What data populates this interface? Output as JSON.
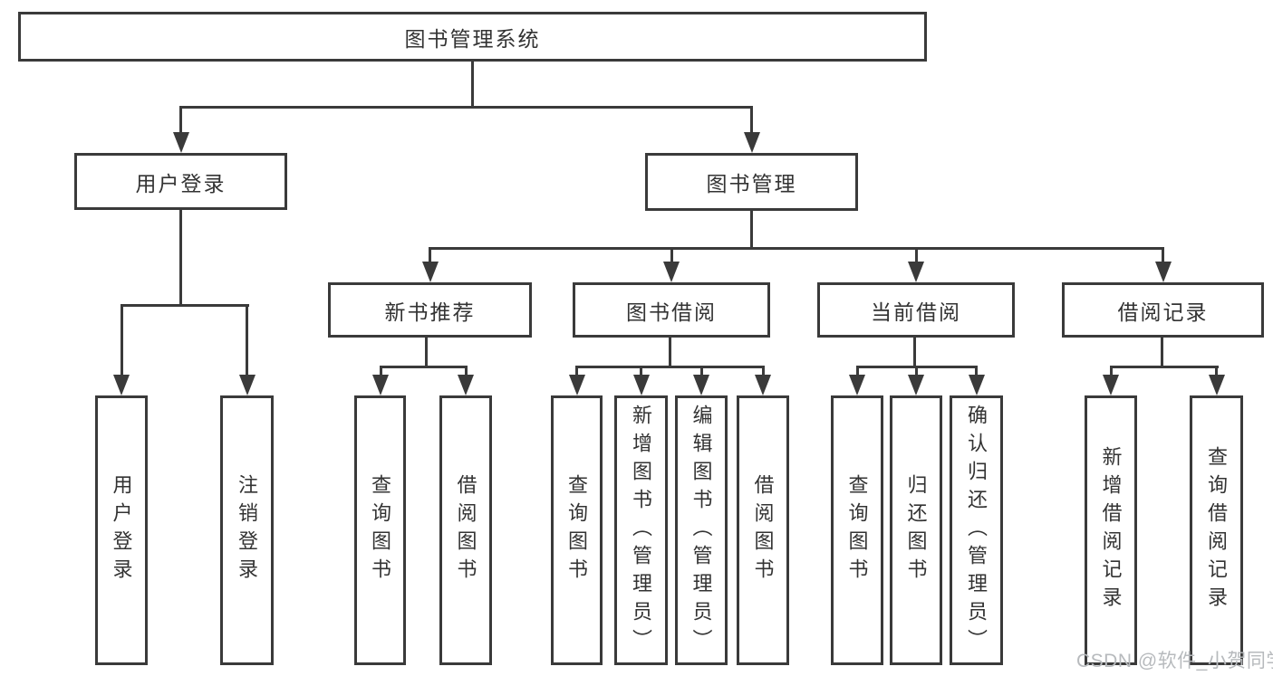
{
  "colors": {
    "line": "#3a3a3a",
    "text": "#333333",
    "watermark": "#b7babd",
    "bg": "#ffffff"
  },
  "tree": {
    "root": {
      "label": "图书管理系统"
    },
    "children": [
      {
        "label": "用户登录",
        "children": [
          {
            "label": "用户登录"
          },
          {
            "label": "注销登录"
          }
        ]
      },
      {
        "label": "图书管理",
        "children": [
          {
            "label": "新书推荐",
            "children": [
              {
                "label": "查询图书"
              },
              {
                "label": "借阅图书"
              }
            ]
          },
          {
            "label": "图书借阅",
            "children": [
              {
                "label": "查询图书"
              },
              {
                "label": "新增图书（管理员）"
              },
              {
                "label": "编辑图书（管理员）"
              },
              {
                "label": "借阅图书"
              }
            ]
          },
          {
            "label": "当前借阅",
            "children": [
              {
                "label": "查询图书"
              },
              {
                "label": "归还图书"
              },
              {
                "label": "确认归还（管理员）"
              }
            ]
          },
          {
            "label": "借阅记录",
            "children": [
              {
                "label": "新增借阅记录"
              },
              {
                "label": "查询借阅记录"
              }
            ]
          }
        ]
      }
    ]
  },
  "watermark": "CSDN @软件_小贺同学"
}
